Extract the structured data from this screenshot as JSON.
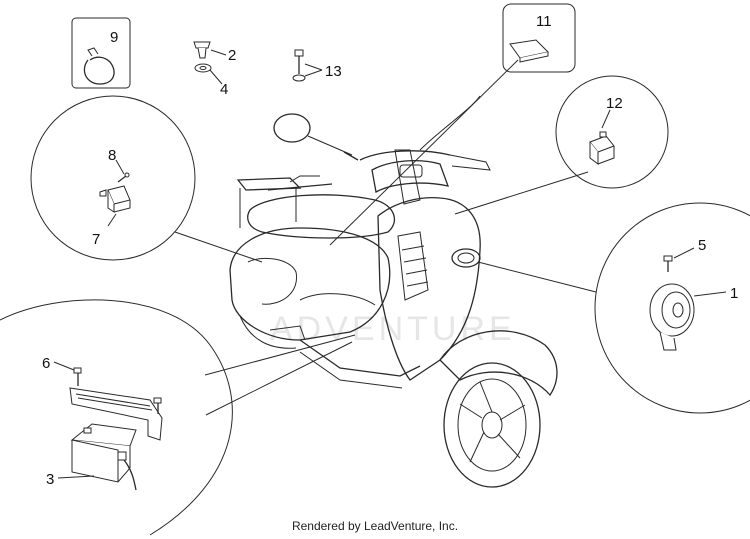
{
  "callouts": {
    "c1": "1",
    "c2": "2",
    "c3": "3",
    "c4": "4",
    "c5": "5",
    "c6": "6",
    "c7": "7",
    "c8": "8",
    "c9": "9",
    "c11": "11",
    "c12": "12",
    "c13": "13"
  },
  "watermark": "ADVENTURE",
  "footer": "Rendered by LeadVenture, Inc."
}
